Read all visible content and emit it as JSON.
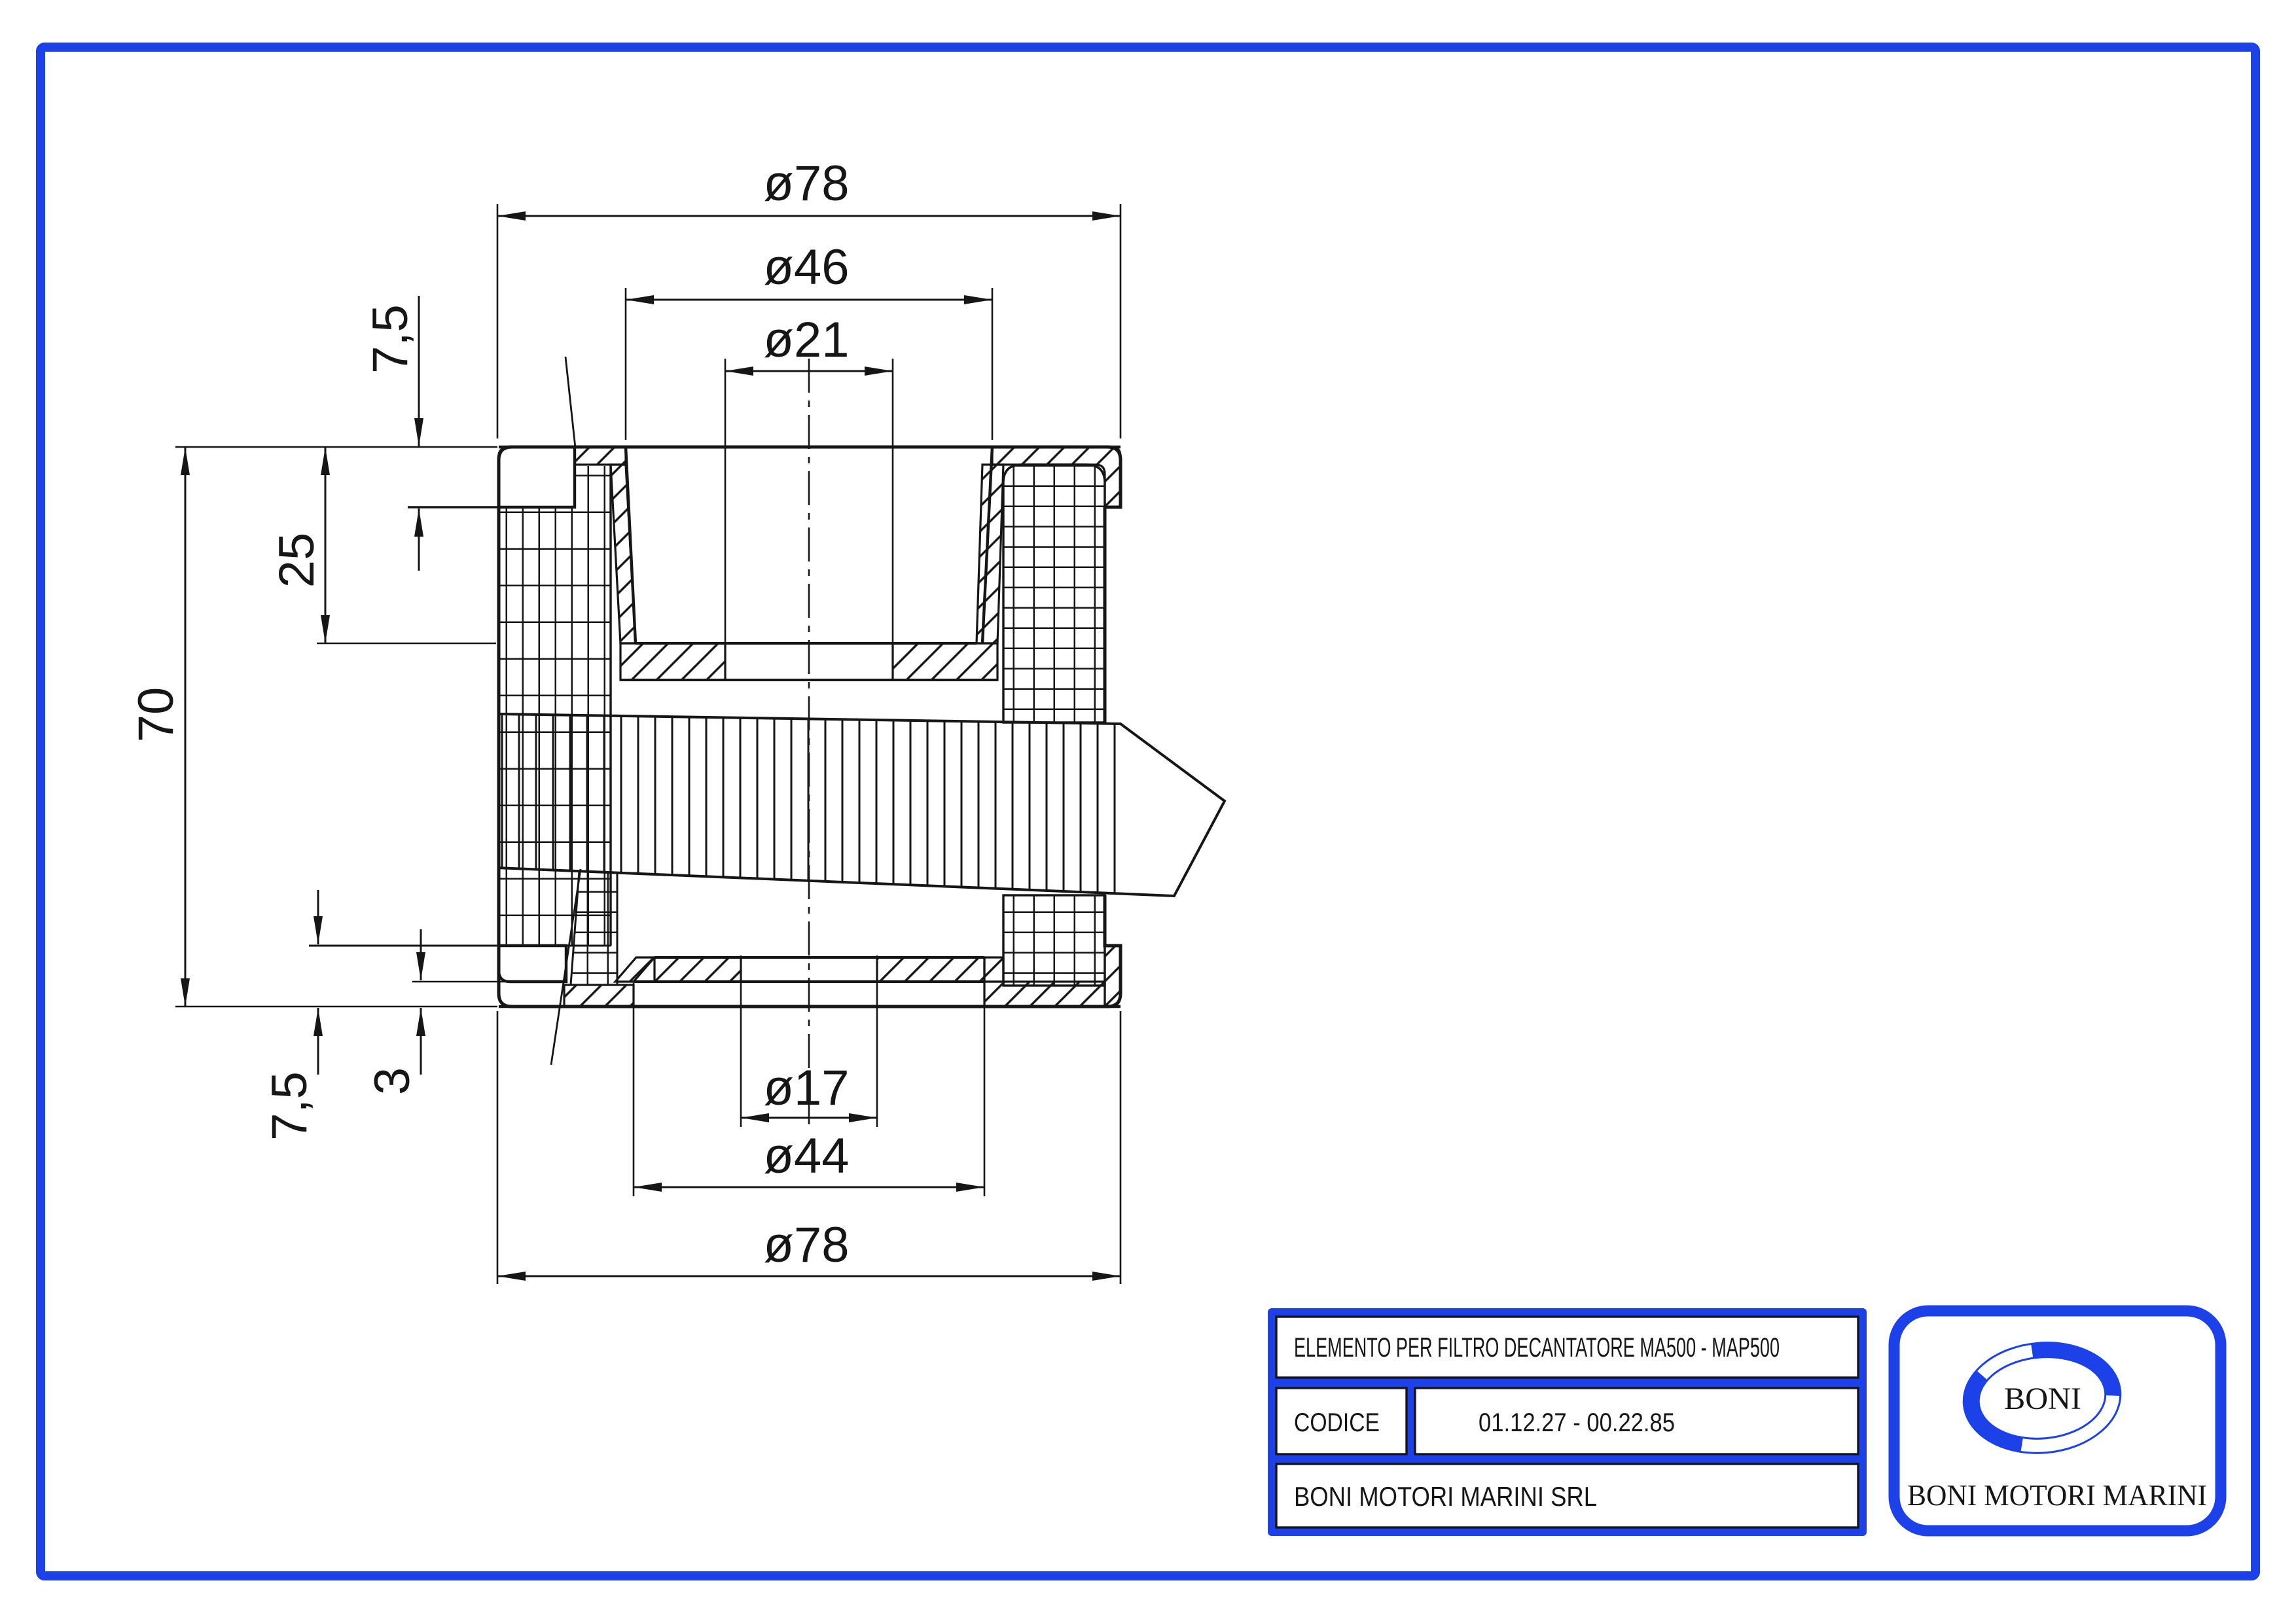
{
  "colors": {
    "accent_blue": "#1c41e8",
    "line_black": "#161616"
  },
  "drawing": {
    "dims": {
      "d78_top": "ø78",
      "d46": "ø46",
      "d21": "ø21",
      "d75_top": "7,5",
      "d25": "25",
      "d70": "70",
      "d3": "3",
      "d75_bottom": "7,5",
      "d17": "ø17",
      "d44": "ø44",
      "d78_bottom": "ø78"
    }
  },
  "title_block": {
    "title": "ELEMENTO PER FILTRO DECANTATORE MA500 - MAP500",
    "codice_label": "CODICE",
    "codice_value": "01.12.27 - 00.22.85",
    "company": "BONI MOTORI MARINI SRL"
  },
  "logo": {
    "monogram": "BONI",
    "name": "BONI MOTORI MARINI"
  }
}
